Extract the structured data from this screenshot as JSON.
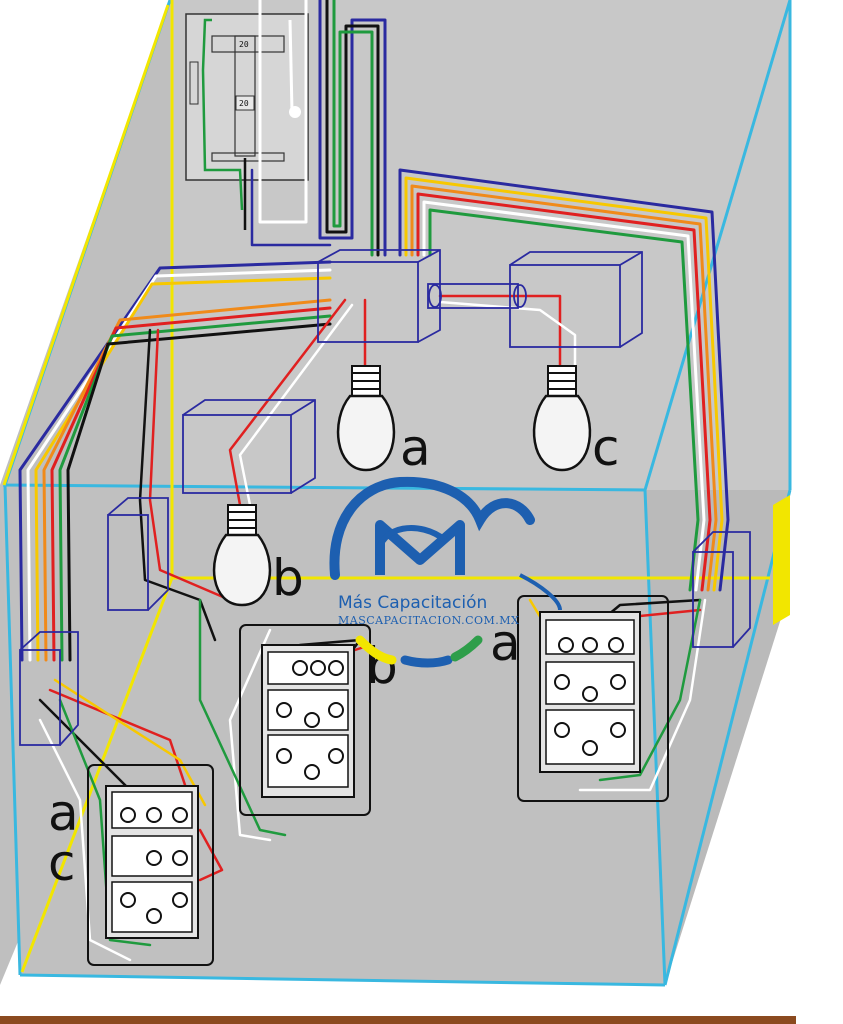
{
  "diagram": {
    "labels": {
      "lamp_a": "a",
      "lamp_c": "c",
      "lamp_b": "b",
      "switch_b": "b",
      "switch_a_right": "a",
      "switch_left_top": "a",
      "switch_left_bottom": "c"
    },
    "breaker": {
      "top_value": "20",
      "bottom_value": "20"
    },
    "watermark": {
      "name": "Más Capacitación",
      "url": "MASCAPACITACION.COM.MX"
    },
    "colors": {
      "wall_fill": "#c9c9c9",
      "floor_fill": "#bdbdbd",
      "edge_cyan": "#39b8e0",
      "edge_yellow": "#f2e600",
      "box_blue": "#2a2aa0",
      "wire_red": "#e02020",
      "wire_yellow": "#f7c800",
      "wire_orange": "#f08a1a",
      "wire_green": "#1f9a3e",
      "wire_white": "#ffffff",
      "wire_black": "#111111",
      "watermark_blue": "#1d5fb0",
      "watermark_green": "#2e9e4a",
      "footer": "#8b4a1f"
    }
  }
}
